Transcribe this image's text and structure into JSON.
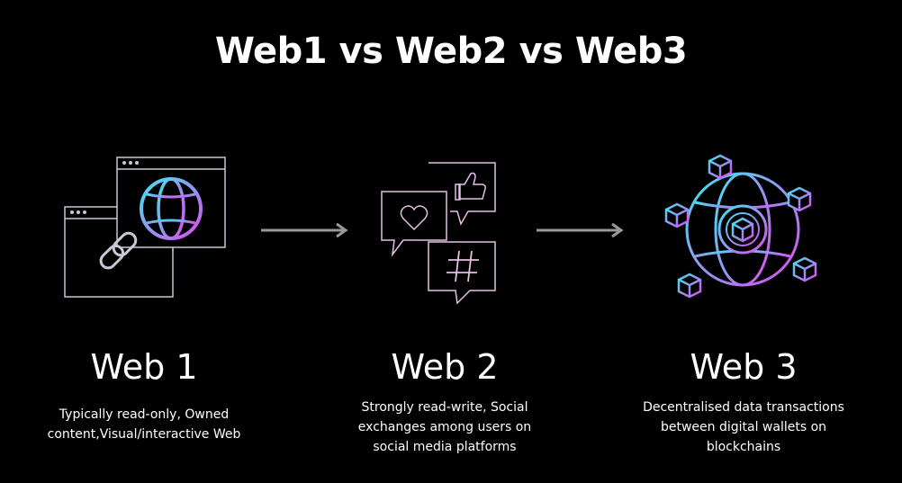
{
  "title": "Web1 vs Web2 vs Web3",
  "colors": {
    "background": "#000000",
    "text": "#ffffff",
    "arrow": "#9a9a9a",
    "gradient_start": "#3ee6f0",
    "gradient_end": "#e04cf0",
    "icon_outline": "#c8c8d8"
  },
  "columns": [
    {
      "heading": "Web 1",
      "icon": "linked-browser-windows-globe-icon",
      "description": [
        "Typically read-only, Owned",
        "content,Visual/interactive Web"
      ]
    },
    {
      "heading": "Web 2",
      "icon": "social-chat-bubbles-icon",
      "description": [
        "Strongly read-write, Social",
        "exchanges among users on",
        "social media platforms"
      ]
    },
    {
      "heading": "Web 3",
      "icon": "blockchain-globe-icon",
      "description": [
        "Decentralised data transactions",
        "between digital wallets on",
        "blockchains"
      ]
    }
  ]
}
